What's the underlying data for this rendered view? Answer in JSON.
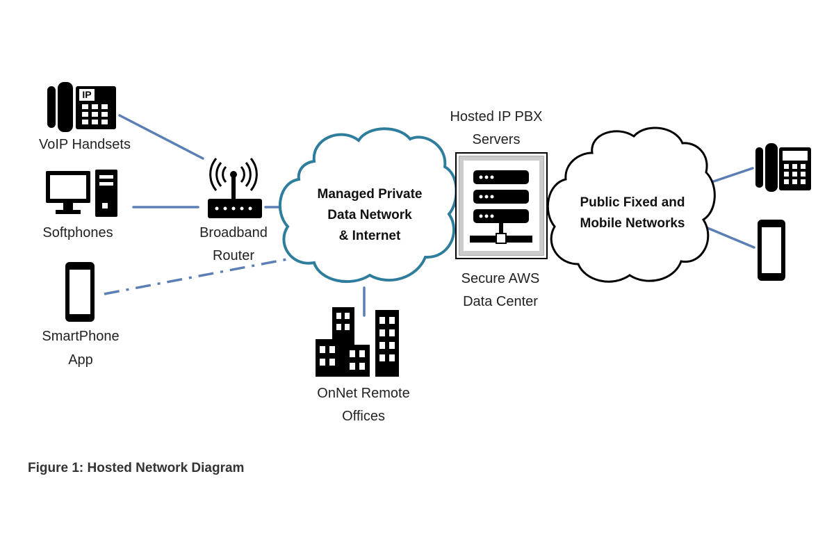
{
  "colors": {
    "link": "#5b7fb5",
    "cloud_outline": "#2e7d9c",
    "icon": "#000000"
  },
  "nodes": {
    "voip_handsets": {
      "label": "VoIP Handsets",
      "icon": "desk-phone-icon",
      "badge": "IP"
    },
    "softphones": {
      "label": "Softphones",
      "icon": "desktop-computer-icon"
    },
    "smartphone_app": {
      "label_lines": [
        "SmartPhone",
        "App"
      ],
      "icon": "smartphone-icon"
    },
    "broadband_router": {
      "label_lines": [
        "Broadband",
        "Router"
      ],
      "icon": "wifi-router-icon"
    },
    "private_network": {
      "label_lines": [
        "Managed Private",
        "Data Network",
        "& Internet"
      ],
      "icon": "cloud-icon"
    },
    "remote_offices": {
      "label_lines": [
        "OnNet Remote",
        "Offices"
      ],
      "icon": "office-buildings-icon"
    },
    "pbx_servers": {
      "title_lines": [
        "Hosted IP PBX",
        "Servers"
      ],
      "label_lines": [
        "Secure AWS",
        "Data Center"
      ],
      "icon": "server-rack-icon"
    },
    "public_networks": {
      "label_lines": [
        "Public Fixed and",
        "Mobile Networks"
      ],
      "icon": "cloud-icon"
    },
    "external_phone": {
      "icon": "desk-phone-icon"
    },
    "external_mobile": {
      "icon": "smartphone-icon"
    }
  },
  "caption": "Figure 1: Hosted Network Diagram"
}
